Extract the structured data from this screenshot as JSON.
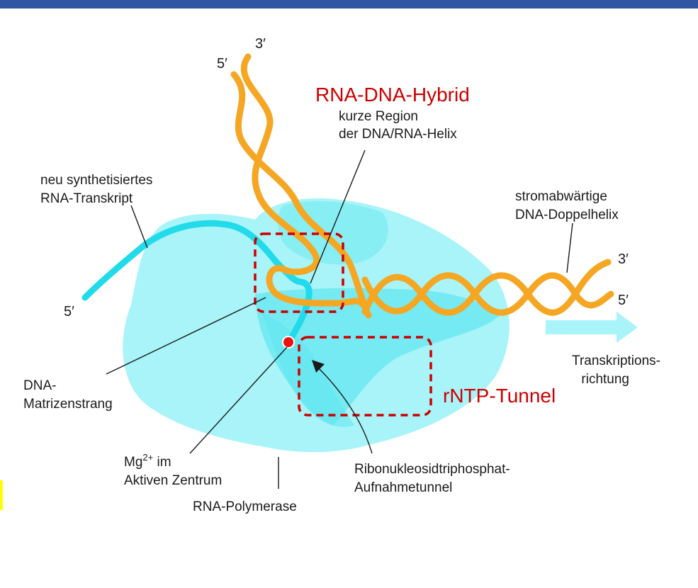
{
  "colors": {
    "top_bar": "#2e56a3",
    "side_mark": "#ffff00",
    "enzyme_light": "#a8f4f8",
    "enzyme_dark": "#5fe6f0",
    "rna_strand": "#22dbea",
    "dna_strand": "#f5a623",
    "highlight": "#cc0000",
    "mg_dot": "#ee1111"
  },
  "labels": {
    "hybrid_title": "RNA-DNA-Hybrid",
    "hybrid_sub_1": "kurze Region",
    "hybrid_sub_2": "der DNA/RNA-Helix",
    "rna_transcript_1": "neu synthetisiertes",
    "rna_transcript_2": "RNA-Transkript",
    "downstream_1": "stromabwärtige",
    "downstream_2": "DNA-Doppelhelix",
    "template_1": "DNA-",
    "template_2": "Matrizenstrang",
    "direction_1": "Transkriptions-",
    "direction_2": "richtung",
    "tunnel_title": "rNTP-Tunnel",
    "mg_ion": "Mg",
    "mg_sup": "2+",
    "mg_im": " im",
    "active_center": "Aktiven Zentrum",
    "ntp_tunnel_1": "Ribonukleosidtriphosphat-",
    "ntp_tunnel_2": "Aufnahmetunnel",
    "polymerase": "RNA-Polymerase"
  },
  "ends": {
    "top_3": "3′",
    "top_5": "5′",
    "rna_5": "5′",
    "right_3": "3′",
    "right_5": "5′"
  }
}
